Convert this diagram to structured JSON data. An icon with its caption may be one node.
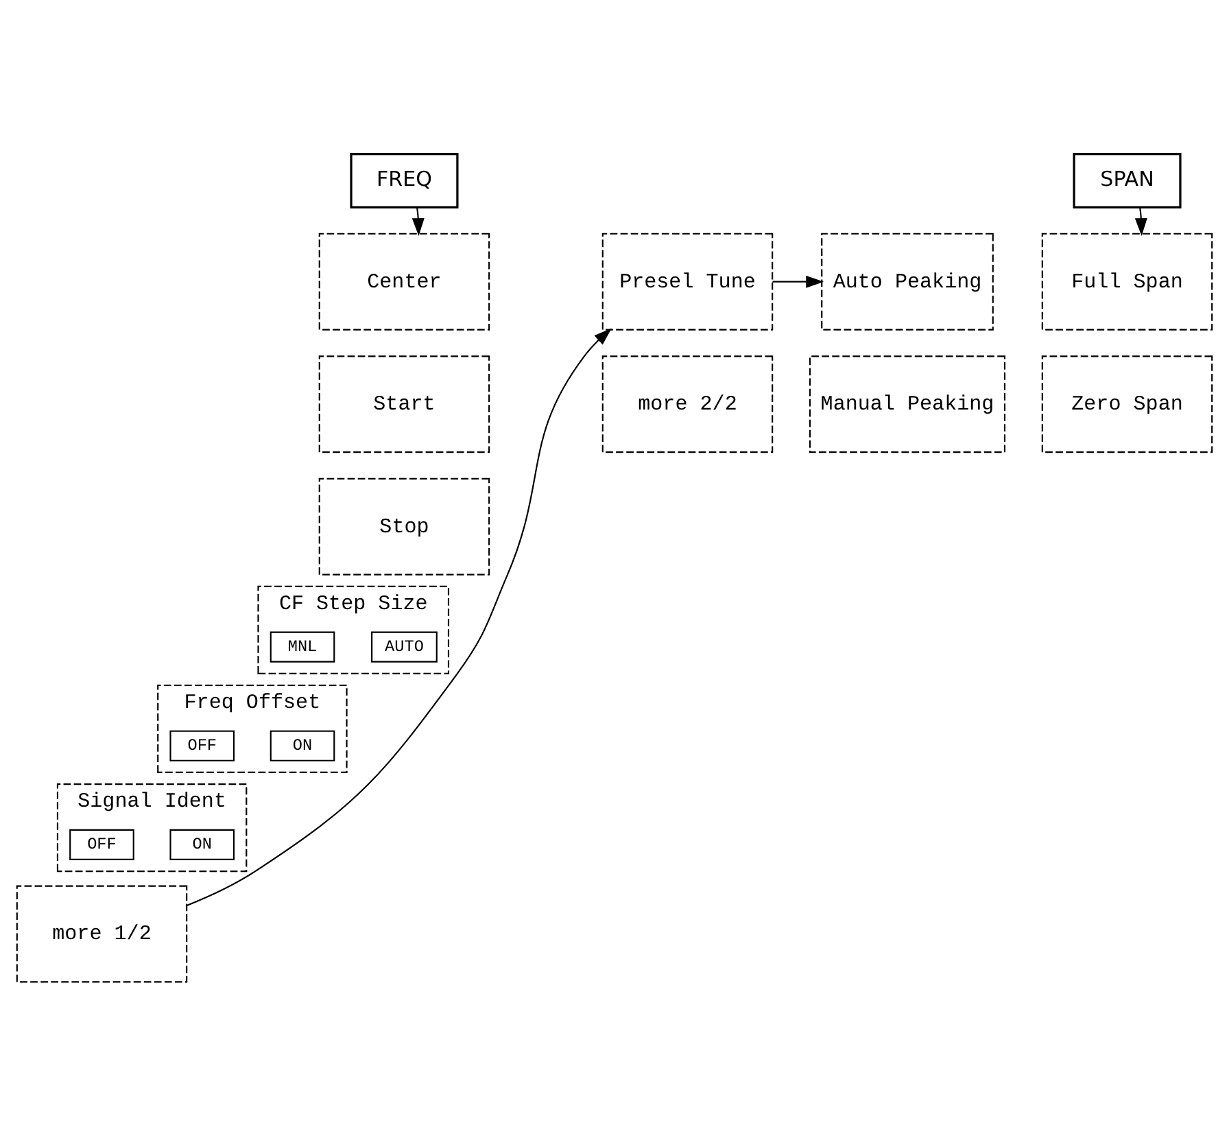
{
  "diagram": {
    "nodes": [
      {
        "text": [
          "FREQ"
        ]
      },
      {
        "text": [
          "Center"
        ]
      },
      {
        "text": [
          "Start"
        ]
      },
      {
        "text": [
          "Stop"
        ]
      },
      {
        "text": [
          "CF Step Size"
        ]
      },
      {
        "text": [
          "AUTO"
        ],
        "in": 4
      },
      {
        "text": [
          "MNL"
        ],
        "in": 4
      },
      {
        "text": [
          "Freq Offset"
        ]
      },
      {
        "text": [
          "ON"
        ],
        "in": 7
      },
      {
        "text": [
          "OFF"
        ],
        "in": 7
      },
      {
        "text": [
          "Signal Ident"
        ]
      },
      {
        "text": [
          "ON"
        ],
        "in": 10
      },
      {
        "text": [
          "OFF"
        ],
        "in": 10
      },
      {
        "text": [
          "more 1/2"
        ]
      },
      {
        "text": [
          "Presel Tune"
        ]
      },
      {
        "text": [
          "more 2/2"
        ]
      },
      {
        "text": [
          "Auto Peaking"
        ]
      },
      {
        "text": [
          "Manual Peaking"
        ]
      },
      {
        "text": [
          "SPAN"
        ]
      },
      {
        "text": [
          "Full Span"
        ]
      },
      {
        "text": [
          "Zero Span"
        ]
      }
    ],
    "edges": [
      {
        "from": 0,
        "to": 1,
        "arrow": "to"
      },
      {
        "from": 13,
        "to": 14,
        "arrow": "to"
      },
      {
        "from": 14,
        "to": 16,
        "arrow": "to"
      },
      {
        "from": 18,
        "to": 19,
        "arrow": "to"
      }
    ]
  }
}
